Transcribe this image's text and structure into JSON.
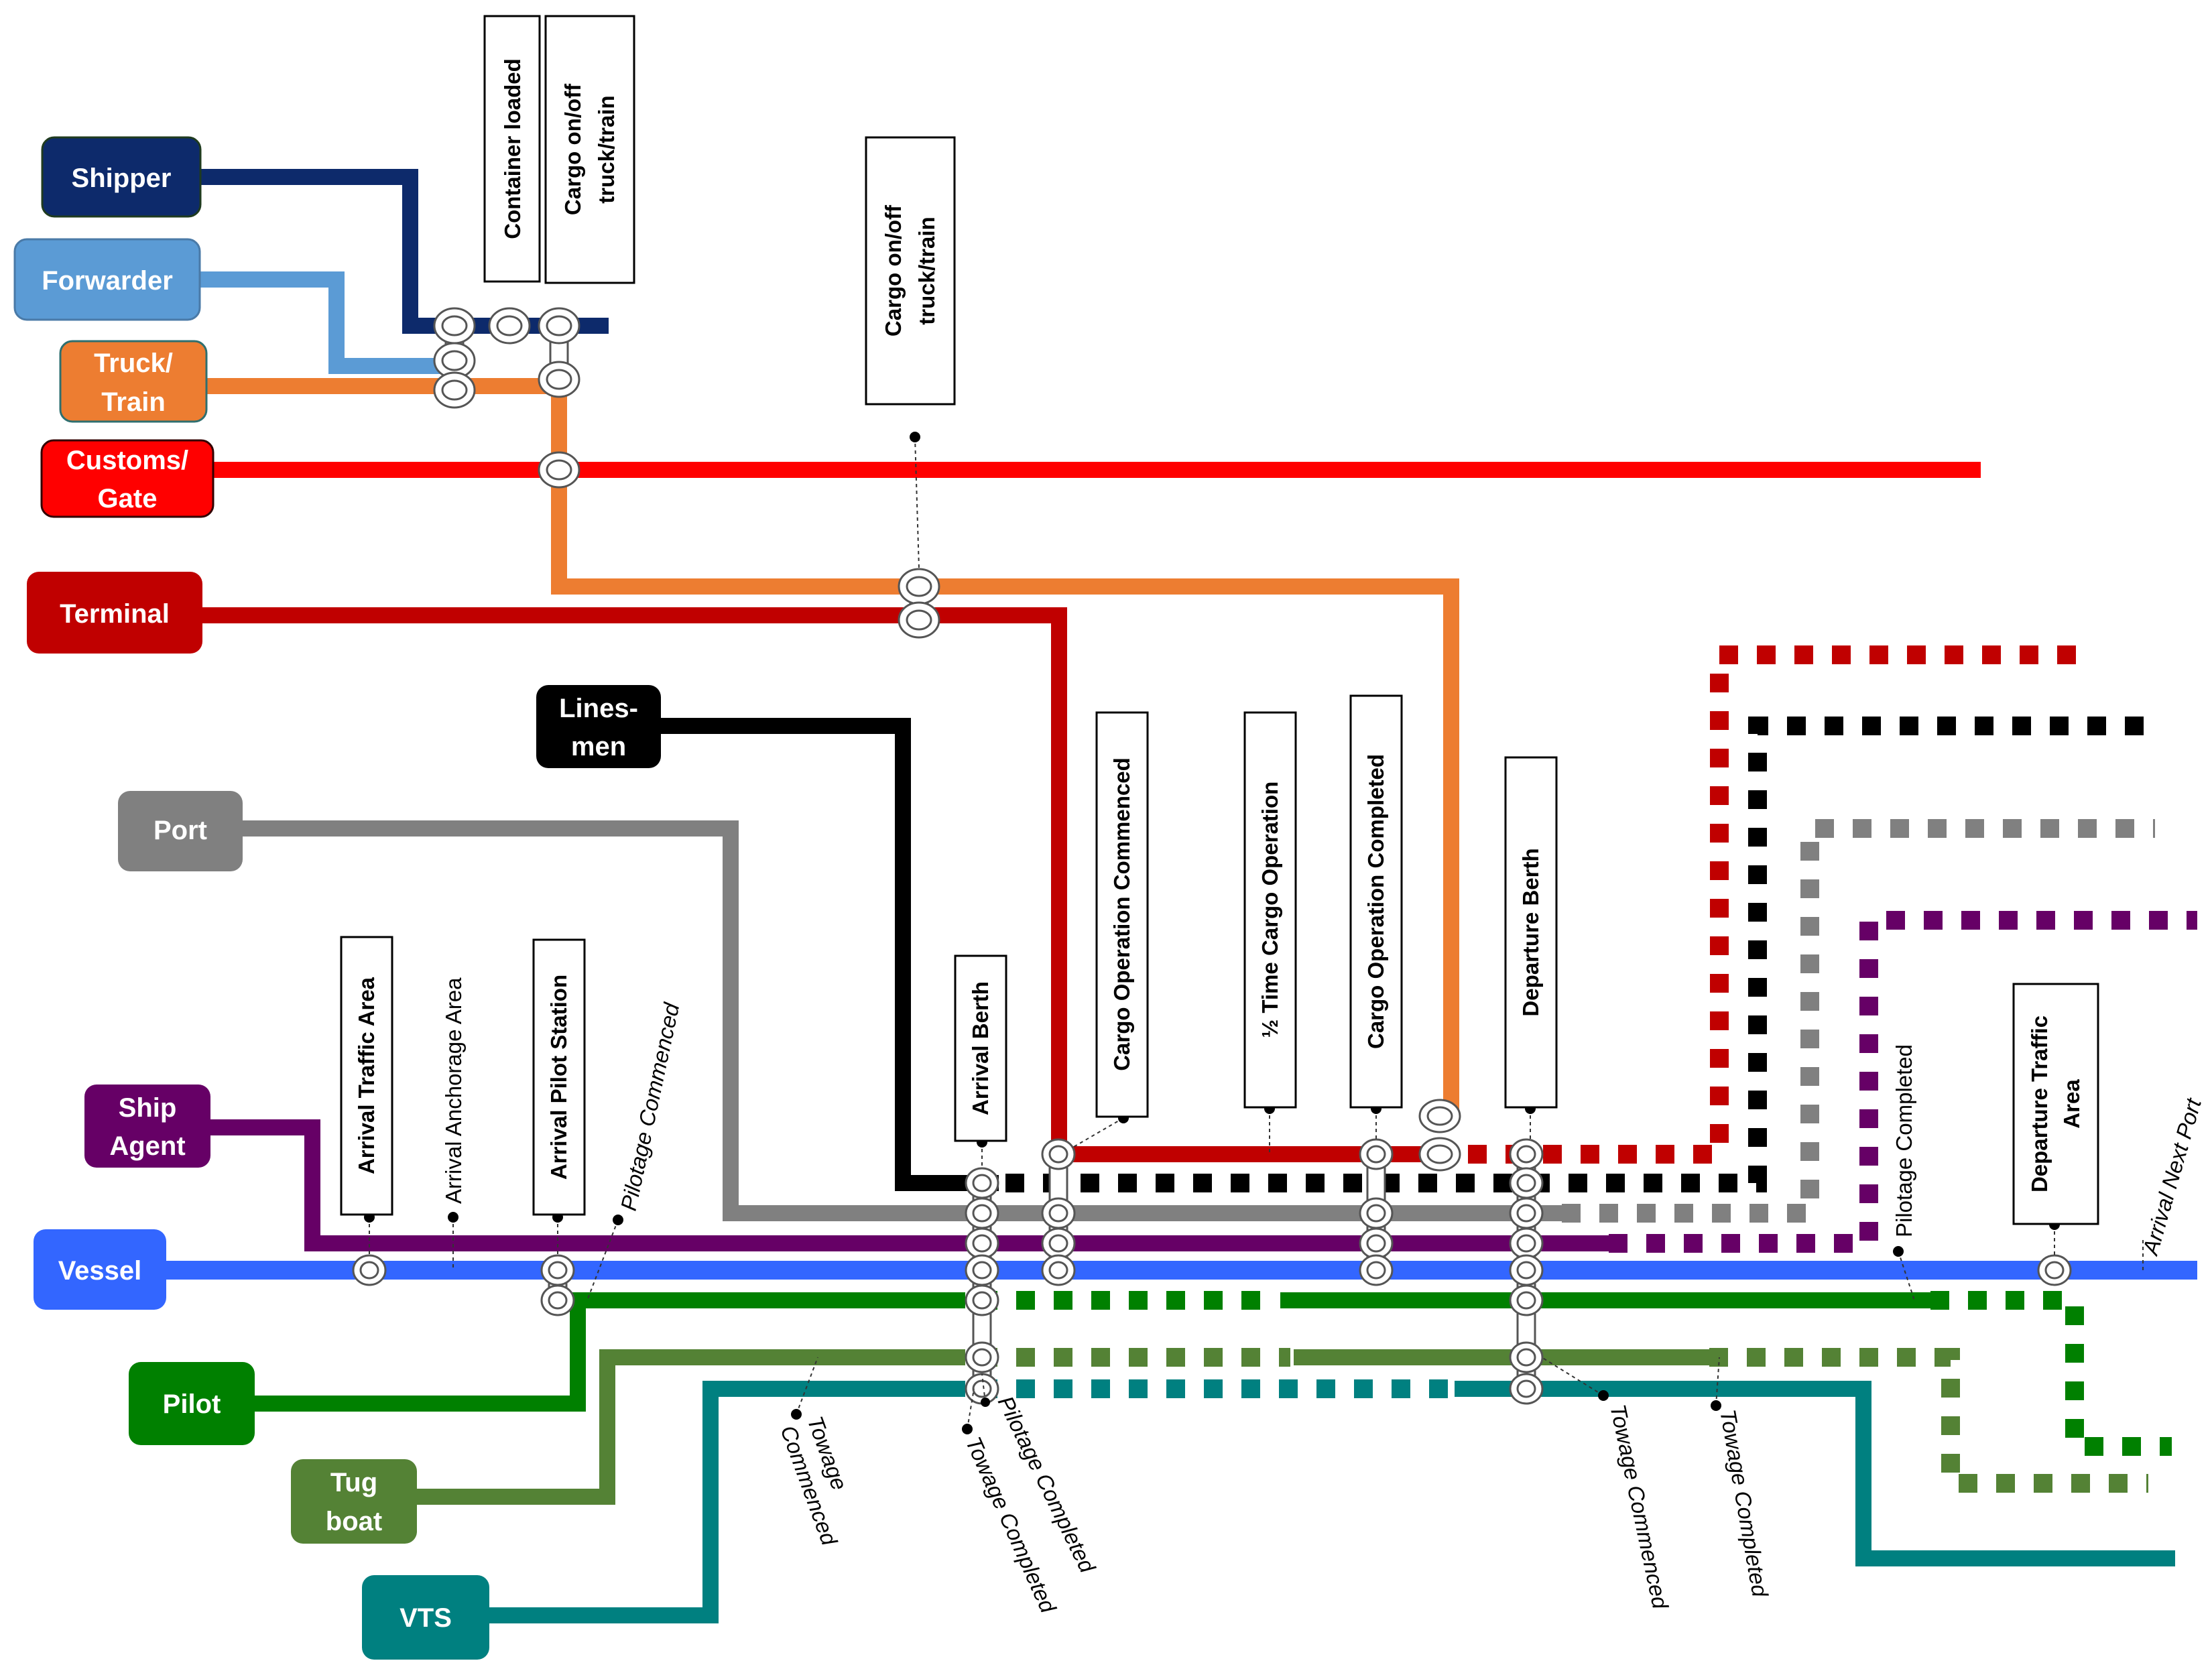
{
  "colors": {
    "shipper": "#0d2a6b",
    "forwarder": "#5b9bd5",
    "truck": "#ed7d31",
    "customs": "#ff0000",
    "terminal": "#c00000",
    "linesmen": "#000000",
    "port": "#808080",
    "shipagent": "#660066",
    "vessel": "#3366ff",
    "pilot": "#008000",
    "tugboat": "#548235",
    "vts": "#008080"
  },
  "actors": [
    {
      "key": "shipper",
      "lines": [
        "Shipper"
      ]
    },
    {
      "key": "forwarder",
      "lines": [
        "Forwarder"
      ]
    },
    {
      "key": "truck",
      "lines": [
        "Truck/",
        "Train"
      ]
    },
    {
      "key": "customs",
      "lines": [
        "Customs/",
        "Gate"
      ]
    },
    {
      "key": "terminal",
      "lines": [
        "Terminal"
      ]
    },
    {
      "key": "linesmen",
      "lines": [
        "Lines-",
        "men"
      ]
    },
    {
      "key": "port",
      "lines": [
        "Port"
      ]
    },
    {
      "key": "shipagent",
      "lines": [
        "Ship",
        "Agent"
      ]
    },
    {
      "key": "vessel",
      "lines": [
        "Vessel"
      ]
    },
    {
      "key": "pilot",
      "lines": [
        "Pilot"
      ]
    },
    {
      "key": "tugboat",
      "lines": [
        "Tug",
        "boat"
      ]
    },
    {
      "key": "vts",
      "lines": [
        "VTS"
      ]
    }
  ],
  "boxed_labels": [
    {
      "key": "container_loaded",
      "lines": [
        "Container loaded"
      ]
    },
    {
      "key": "cargo_onoff_1",
      "lines": [
        "Cargo on/off",
        "truck/train"
      ]
    },
    {
      "key": "cargo_onoff_2",
      "lines": [
        "Cargo on/off",
        "truck/train"
      ]
    },
    {
      "key": "arrival_traffic_area",
      "lines": [
        "Arrival Traffic Area"
      ]
    },
    {
      "key": "arrival_pilot_station",
      "lines": [
        "Arrival Pilot Station"
      ]
    },
    {
      "key": "arrival_berth",
      "lines": [
        "Arrival Berth"
      ]
    },
    {
      "key": "cargo_op_commenced",
      "lines": [
        "Cargo Operation Commenced"
      ]
    },
    {
      "key": "half_time",
      "lines": [
        "½ Time Cargo Operation"
      ]
    },
    {
      "key": "cargo_op_completed",
      "lines": [
        "Cargo Operation Completed"
      ]
    },
    {
      "key": "departure_berth",
      "lines": [
        "Departure Berth"
      ]
    },
    {
      "key": "departure_traffic_area",
      "lines": [
        "Departure Traffic",
        "Area"
      ]
    }
  ],
  "event_labels": [
    {
      "key": "arrival_anchorage",
      "lines": [
        "Arrival Anchorage Area"
      ]
    },
    {
      "key": "pilotage_commenced",
      "lines": [
        "Pilotage Commenced"
      ]
    },
    {
      "key": "pilotage_completed_right",
      "lines": [
        "Pilotage Completed"
      ]
    },
    {
      "key": "arrival_next_port",
      "lines": [
        "Arrival Next Port"
      ]
    },
    {
      "key": "towage_commenced_left",
      "lines": [
        "Towage",
        "Commenced"
      ]
    },
    {
      "key": "pilotage_completed_bottom",
      "lines": [
        "Pilotage Completed"
      ]
    },
    {
      "key": "towage_completed_left",
      "lines": [
        "Towage Completed"
      ]
    },
    {
      "key": "towage_commenced_right",
      "lines": [
        "Towage Commenced"
      ]
    },
    {
      "key": "towage_completed_right",
      "lines": [
        "Towage Completed"
      ]
    }
  ]
}
